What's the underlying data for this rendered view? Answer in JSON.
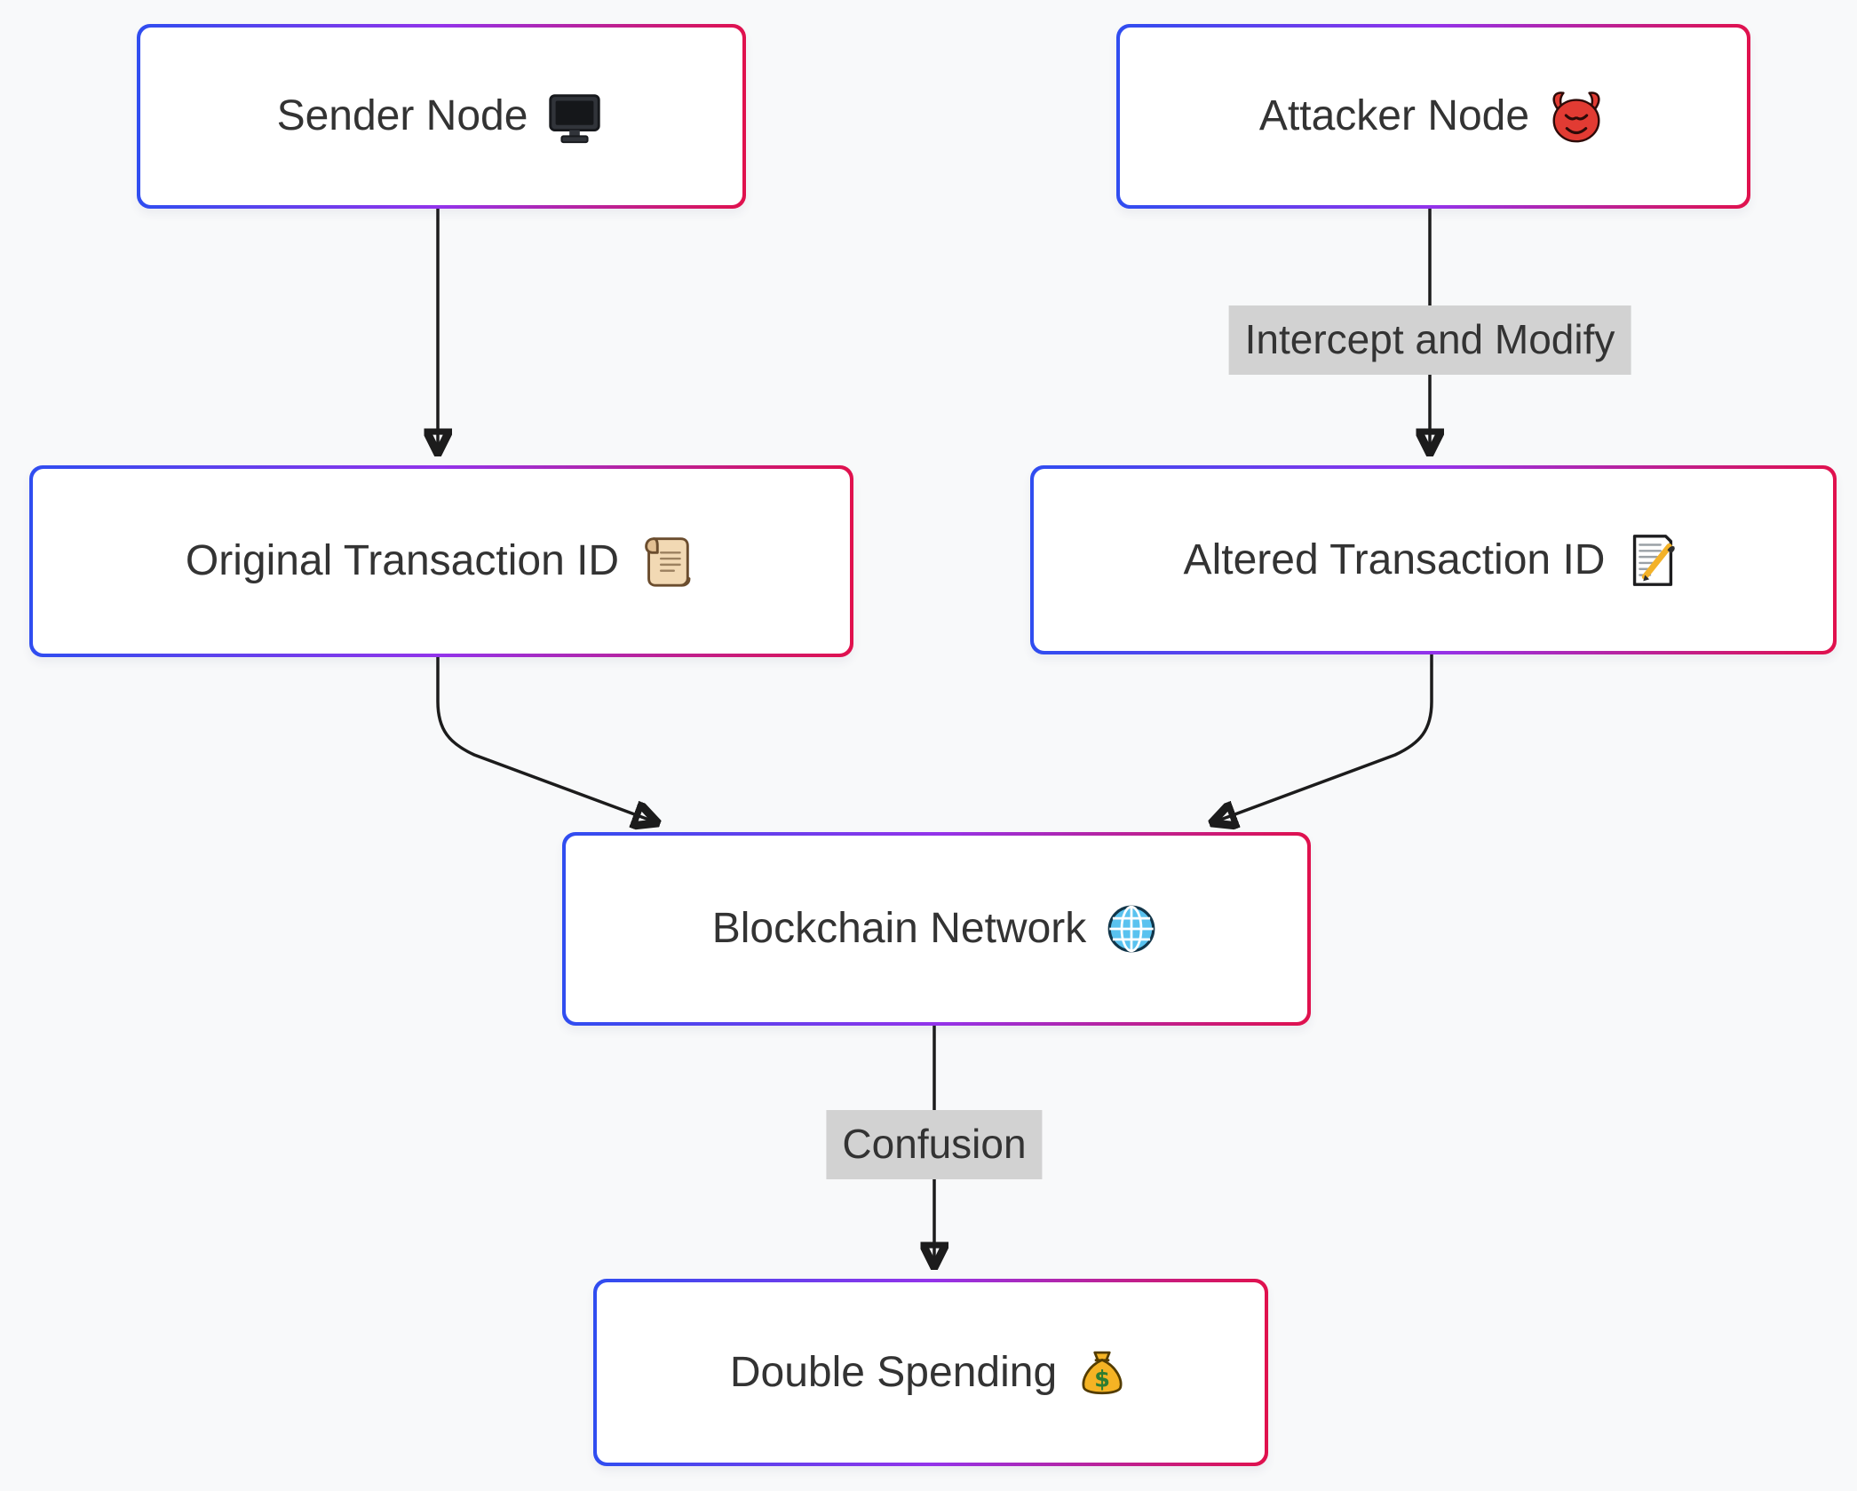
{
  "diagram": {
    "type": "flowchart",
    "nodes": {
      "sender": {
        "label": "Sender Node",
        "icon": "desktop-computer-icon"
      },
      "attacker": {
        "label": "Attacker Node",
        "icon": "devil-face-icon"
      },
      "original": {
        "label": "Original Transaction ID",
        "icon": "scroll-icon"
      },
      "altered": {
        "label": "Altered Transaction ID",
        "icon": "memo-pencil-icon"
      },
      "network": {
        "label": "Blockchain Network",
        "icon": "globe-icon"
      },
      "double": {
        "label": "Double Spending",
        "icon": "money-bag-icon"
      }
    },
    "edges": [
      {
        "from": "sender",
        "to": "original",
        "label": ""
      },
      {
        "from": "attacker",
        "to": "altered",
        "label": "Intercept and Modify"
      },
      {
        "from": "original",
        "to": "network",
        "label": ""
      },
      {
        "from": "altered",
        "to": "network",
        "label": ""
      },
      {
        "from": "network",
        "to": "double",
        "label": "Confusion"
      }
    ],
    "colors": {
      "background": "#f8f9fa",
      "node_fill": "#ffffff",
      "border_gradient_left": "#2f4df0",
      "border_gradient_mid": "#9333ea",
      "border_gradient_right": "#e0114d",
      "arrow": "#1c1c1c",
      "text": "#333333",
      "edge_label_bg": "#d2d2d2"
    }
  }
}
